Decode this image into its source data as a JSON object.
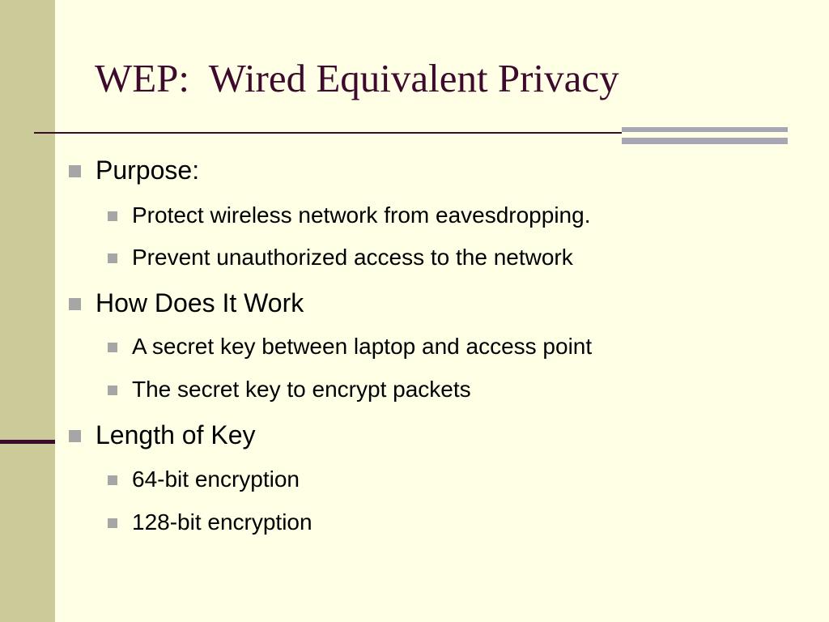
{
  "slide": {
    "title": "WEP:  Wired Equivalent Privacy",
    "sections": [
      {
        "heading": "Purpose:",
        "points": [
          "Protect wireless network from eavesdropping.",
          "Prevent unauthorized access to the network"
        ]
      },
      {
        "heading": "How Does It Work",
        "points": [
          "A secret key between laptop and access point",
          "The secret key to encrypt packets"
        ]
      },
      {
        "heading": "Length of Key",
        "points": [
          "64-bit encryption",
          "128-bit encryption"
        ]
      }
    ]
  },
  "colors": {
    "background": "#FFFFE5",
    "left_band": "#CBCB99",
    "title_text": "#3D0A2E",
    "accent_line": "#3D0A2E",
    "gray_bar": "#A6A6B5",
    "bullet_square": "#A6A6A6",
    "body_text": "#000000"
  },
  "icons": {
    "bullet": "square-bullet-icon"
  }
}
